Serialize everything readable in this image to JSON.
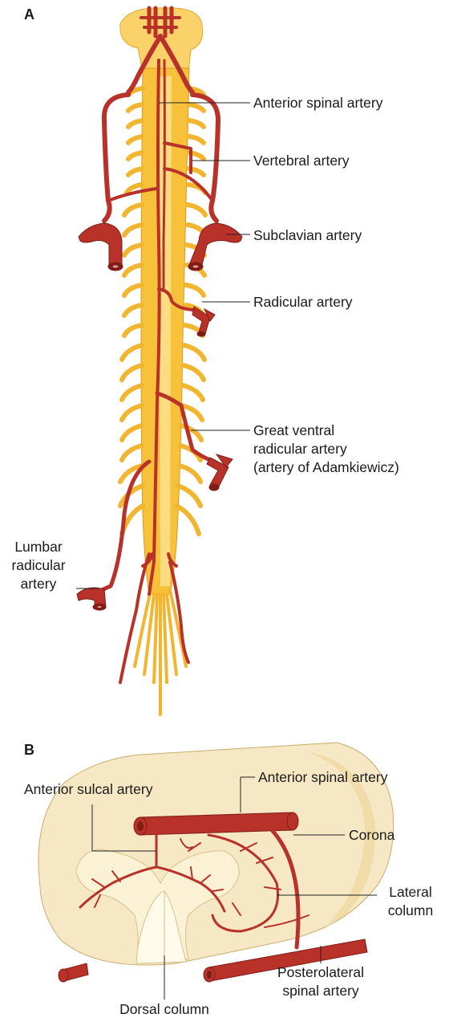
{
  "panel_a": {
    "letter": "A",
    "labels": {
      "anterior_spinal": "Anterior spinal artery",
      "vertebral": "Vertebral artery",
      "subclavian": "Subclavian artery",
      "radicular": "Radicular artery",
      "great_ventral_1": "Great ventral",
      "great_ventral_2": "radicular artery",
      "great_ventral_3": "(artery of Adamkiewicz)",
      "lumbar_1": "Lumbar",
      "lumbar_2": "radicular",
      "lumbar_3": "artery"
    }
  },
  "panel_b": {
    "letter": "B",
    "labels": {
      "anterior_sulcal": "Anterior sulcal artery",
      "anterior_spinal": "Anterior spinal artery",
      "corona": "Corona",
      "lateral_1": "Lateral",
      "lateral_2": "column",
      "posterolateral_1": "Posterolateral",
      "posterolateral_2": "spinal artery",
      "dorsal_column": "Dorsal column"
    }
  },
  "colors": {
    "cord": "#f7c23a",
    "cord_light": "#fde7a0",
    "artery": "#b8322a",
    "artery_dark": "#7f1d17",
    "tissue": "#f6e8c4"
  }
}
